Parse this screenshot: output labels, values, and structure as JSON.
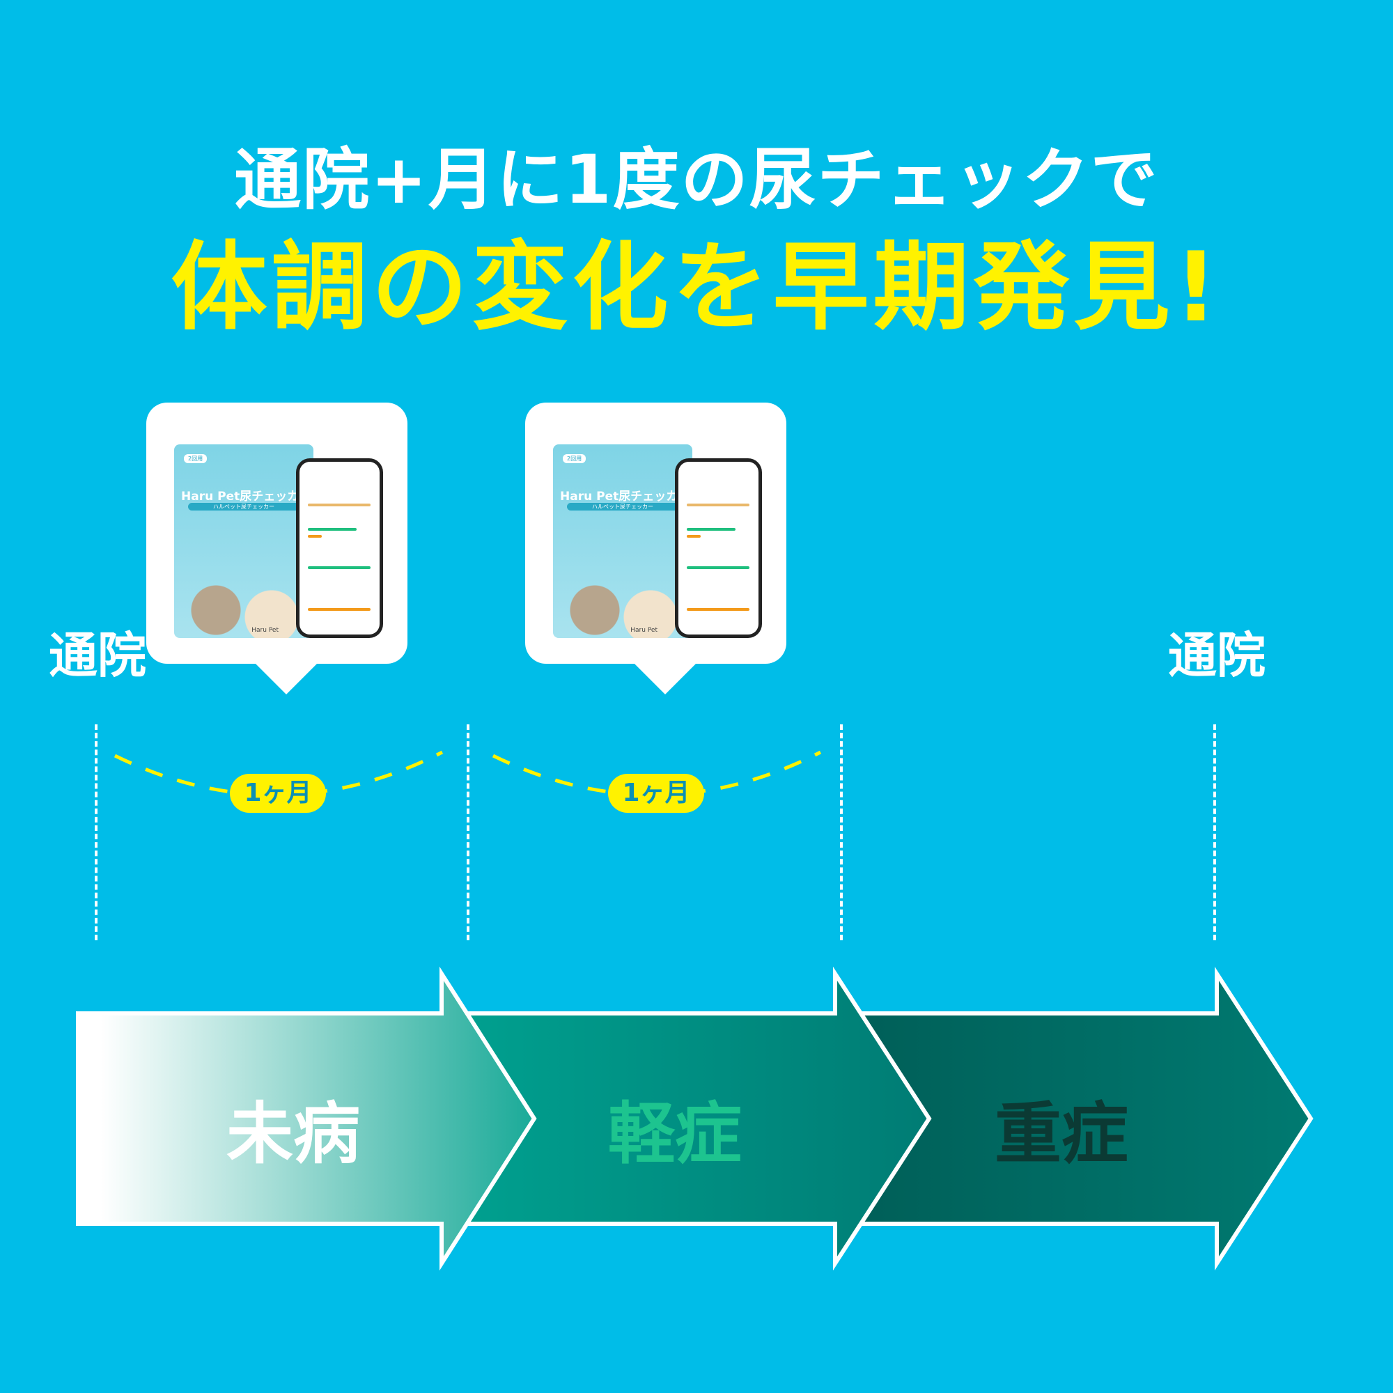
{
  "headline": {
    "line1": "通院+月に1度の尿チェックで",
    "line2": "体調の変化を早期発見!"
  },
  "product": {
    "count": "2回用",
    "name": "Haru Pet尿チェッカー",
    "subname": "ハルペット尿チェッカー",
    "brand": "Haru Pet"
  },
  "timeline": {
    "visit_left": "通院",
    "visit_right": "通院",
    "interval_1": "1ヶ月",
    "interval_2": "1ヶ月"
  },
  "stages": [
    {
      "label": "未病",
      "color": "#ffffff"
    },
    {
      "label": "軽症",
      "color": "#1dc48f"
    },
    {
      "label": "重症",
      "color": "#0b3a34"
    }
  ],
  "colors": {
    "background": "#00bde8",
    "accent": "#fff200"
  }
}
